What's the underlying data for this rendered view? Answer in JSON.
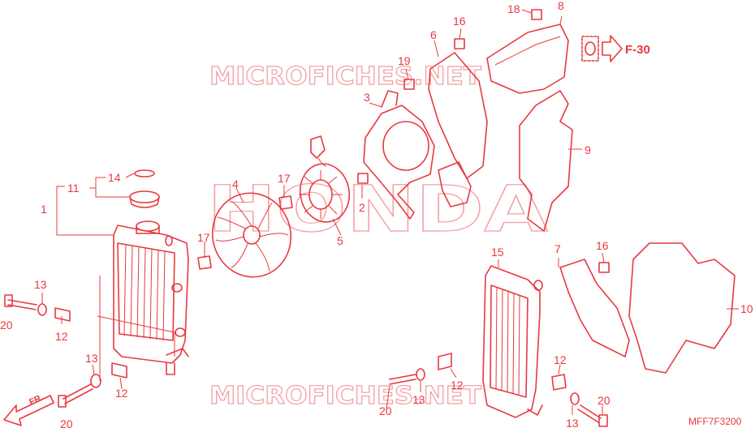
{
  "watermarks": {
    "brand": "HONDA",
    "top_text": "MICROFICHES.NET",
    "bottom_text": "MICROFICHES.NET"
  },
  "reference": {
    "label": "F-30"
  },
  "direction": {
    "label": "FR."
  },
  "diagram_code": "MFF7F3200",
  "callouts": [
    {
      "id": "c1",
      "text": "1"
    },
    {
      "id": "c2",
      "text": "2"
    },
    {
      "id": "c3",
      "text": "3"
    },
    {
      "id": "c4",
      "text": "4"
    },
    {
      "id": "c5",
      "text": "5"
    },
    {
      "id": "c6",
      "text": "6"
    },
    {
      "id": "c7",
      "text": "7"
    },
    {
      "id": "c8",
      "text": "8"
    },
    {
      "id": "c9",
      "text": "9"
    },
    {
      "id": "c10",
      "text": "10"
    },
    {
      "id": "c11",
      "text": "11"
    },
    {
      "id": "c12a",
      "text": "12"
    },
    {
      "id": "c12b",
      "text": "12"
    },
    {
      "id": "c12c",
      "text": "12"
    },
    {
      "id": "c12d",
      "text": "12"
    },
    {
      "id": "c13a",
      "text": "13"
    },
    {
      "id": "c13b",
      "text": "13"
    },
    {
      "id": "c13c",
      "text": "13"
    },
    {
      "id": "c13d",
      "text": "13"
    },
    {
      "id": "c14",
      "text": "14"
    },
    {
      "id": "c15",
      "text": "15"
    },
    {
      "id": "c16a",
      "text": "16"
    },
    {
      "id": "c16b",
      "text": "16"
    },
    {
      "id": "c17a",
      "text": "17"
    },
    {
      "id": "c17b",
      "text": "17"
    },
    {
      "id": "c18",
      "text": "18"
    },
    {
      "id": "c19",
      "text": "19"
    },
    {
      "id": "c20a",
      "text": "20"
    },
    {
      "id": "c20b",
      "text": "20"
    },
    {
      "id": "c20c",
      "text": "20"
    },
    {
      "id": "c20d",
      "text": "20"
    }
  ]
}
